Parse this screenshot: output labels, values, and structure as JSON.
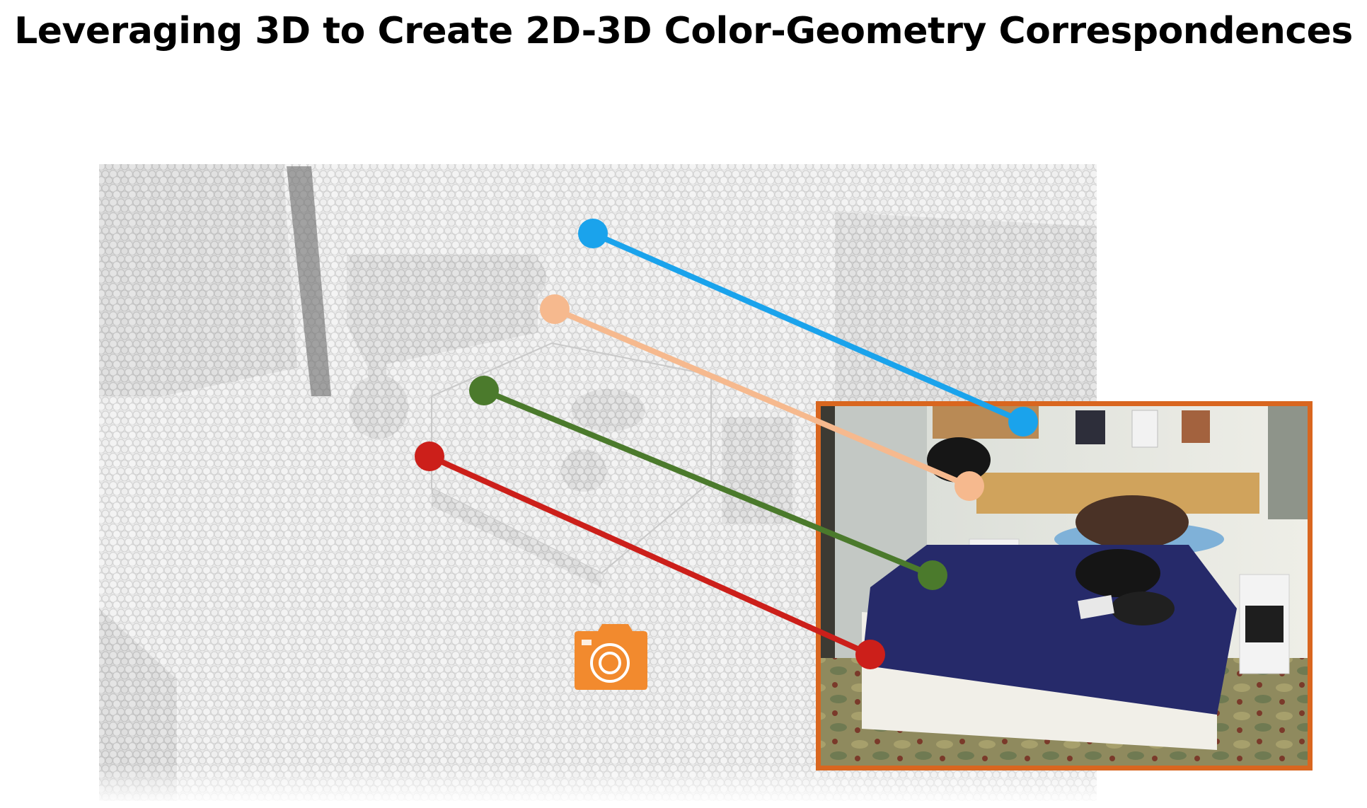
{
  "slide": {
    "title": "Leveraging 3D to Create 2D-3D Color-Geometry Correspondences"
  },
  "colors": {
    "title_text": "#000000",
    "photo_frame": "#d9661f",
    "camera_icon": "#f28a2e",
    "point_cloud": "#e6e6e6",
    "correspondence_blue": "#1aa3ec",
    "correspondence_peach": "#f6b98e",
    "correspondence_green": "#4b7a2c",
    "correspondence_red": "#cc1f1a"
  },
  "correspondences": [
    {
      "id": "wall-lamp",
      "color": "#1aa3ec"
    },
    {
      "id": "headboard",
      "color": "#f6b98e"
    },
    {
      "id": "bed-corner",
      "color": "#4b7a2c"
    },
    {
      "id": "floor",
      "color": "#cc1f1a"
    }
  ],
  "icons": {
    "camera": "camera-icon"
  }
}
